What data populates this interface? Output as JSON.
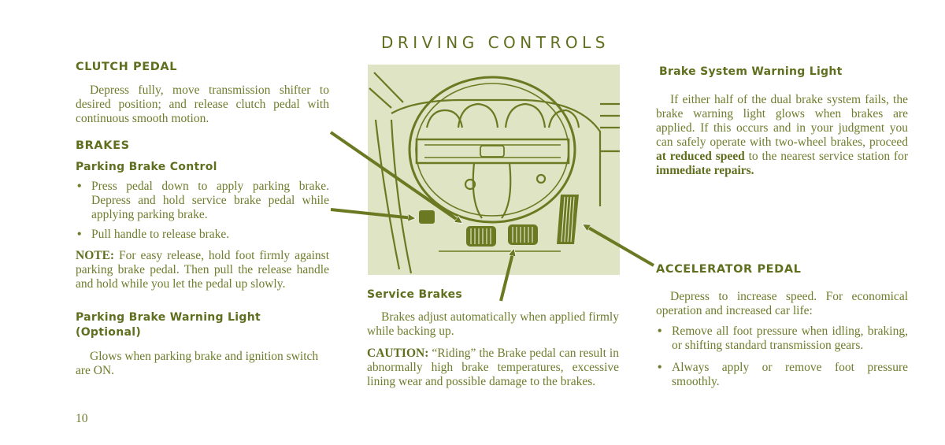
{
  "page": {
    "title": "DRIVING CONTROLS",
    "page_number": "10",
    "colors": {
      "ink": "#6e7d2c",
      "heading": "#5f6f1e",
      "illustration_bg": "#dfe4c4",
      "paper": "#ffffff"
    }
  },
  "left_column": {
    "clutch": {
      "heading": "CLUTCH PEDAL",
      "body": "Depress fully, move transmission shifter to desired position; and release clutch pedal with continuous smooth motion."
    },
    "brakes": {
      "heading": "BRAKES",
      "parking_control": {
        "heading": "Parking Brake Control",
        "bullets": [
          "Press pedal down to apply parking brake. Depress and hold service brake pedal while applying parking brake.",
          "Pull handle to release brake."
        ]
      },
      "note": {
        "label": "NOTE:",
        "text": " For easy release, hold foot firmly against parking brake pedal. Then pull the release handle and hold while you let the pedal up slowly."
      },
      "warning_light": {
        "heading_line1": "Parking Brake Warning Light",
        "heading_line2": "(Optional)",
        "body": "Glows when parking brake and ignition switch are ON."
      }
    }
  },
  "center_column": {
    "illustration": {
      "description": "Line drawing of steering wheel, instrument cluster and pedals (parking brake, clutch, brake, accelerator) with callout arrows",
      "icons": [
        "steering-wheel-icon",
        "clutch-pedal-icon",
        "brake-pedal-icon",
        "parking-brake-pedal-icon",
        "accelerator-pedal-icon"
      ]
    },
    "service_brakes": {
      "heading": "Service Brakes",
      "body": "Brakes adjust automatically when applied firmly while backing up.",
      "caution_label": "CAUTION:",
      "caution_text": " “Riding” the Brake pedal can result in abnormally high brake temperatures, excessive lining wear and possible damage to the brakes."
    }
  },
  "right_column": {
    "brake_system_warning": {
      "heading": "Brake System Warning Light",
      "body_part1": "If either half of the dual brake system fails, the brake warning light glows when brakes are applied. If this occurs and in your judgment you can safely operate with two-wheel brakes, proceed ",
      "bold1": "at reduced speed",
      "body_part2": " to the nearest service station for ",
      "bold2": "immediate repairs."
    },
    "accelerator": {
      "heading": "ACCELERATOR PEDAL",
      "body": "Depress to increase speed. For economical operation and increased car life:",
      "bullets": [
        "Remove all foot pressure when idling, braking, or shifting standard transmission gears.",
        "Always apply or remove foot pressure smoothly."
      ]
    }
  },
  "bullet_glyph": "•"
}
